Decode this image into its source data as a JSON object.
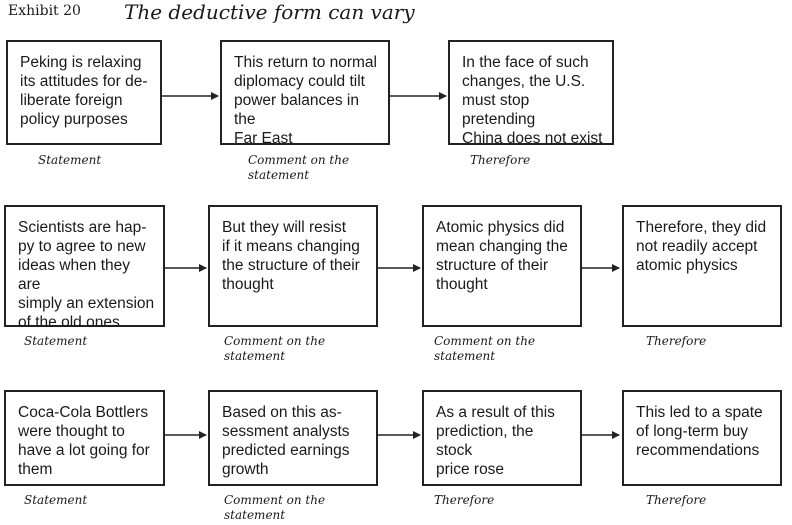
{
  "header": {
    "exhibit_number": "Exhibit 20",
    "title": "The deductive form can vary"
  },
  "rows": [
    {
      "boxes": [
        "Peking is relaxing\nits attitudes for de-\nliberate foreign\npolicy purposes",
        "This return to normal\ndiplomacy could tilt\npower balances in the\nFar East",
        "In the face of such\nchanges, the U.S.\nmust stop pretending\nChina does not exist"
      ],
      "captions": [
        "Statement",
        "Comment on the\nstatement",
        "Therefore"
      ]
    },
    {
      "boxes": [
        "Scientists are hap-\npy to agree to new\nideas when they are\nsimply an extension\nof the old ones",
        "But they will resist\nif it means changing\nthe structure of their\nthought",
        "Atomic physics did\nmean changing the\nstructure of their\nthought",
        "Therefore, they did\nnot readily accept\natomic physics"
      ],
      "captions": [
        "Statement",
        "Comment on the\nstatement",
        "Comment on the\nstatement",
        "Therefore"
      ]
    },
    {
      "boxes": [
        "Coca-Cola Bottlers\nwere thought to\nhave a lot going for\nthem",
        "Based on this as-\nsessment analysts\npredicted earnings\ngrowth",
        "As a result of this\nprediction, the stock\nprice rose",
        "This led to a spate\nof long-term buy\nrecommendations"
      ],
      "captions": [
        "Statement",
        "Comment on the\nstatement",
        "Therefore",
        "Therefore"
      ]
    }
  ]
}
